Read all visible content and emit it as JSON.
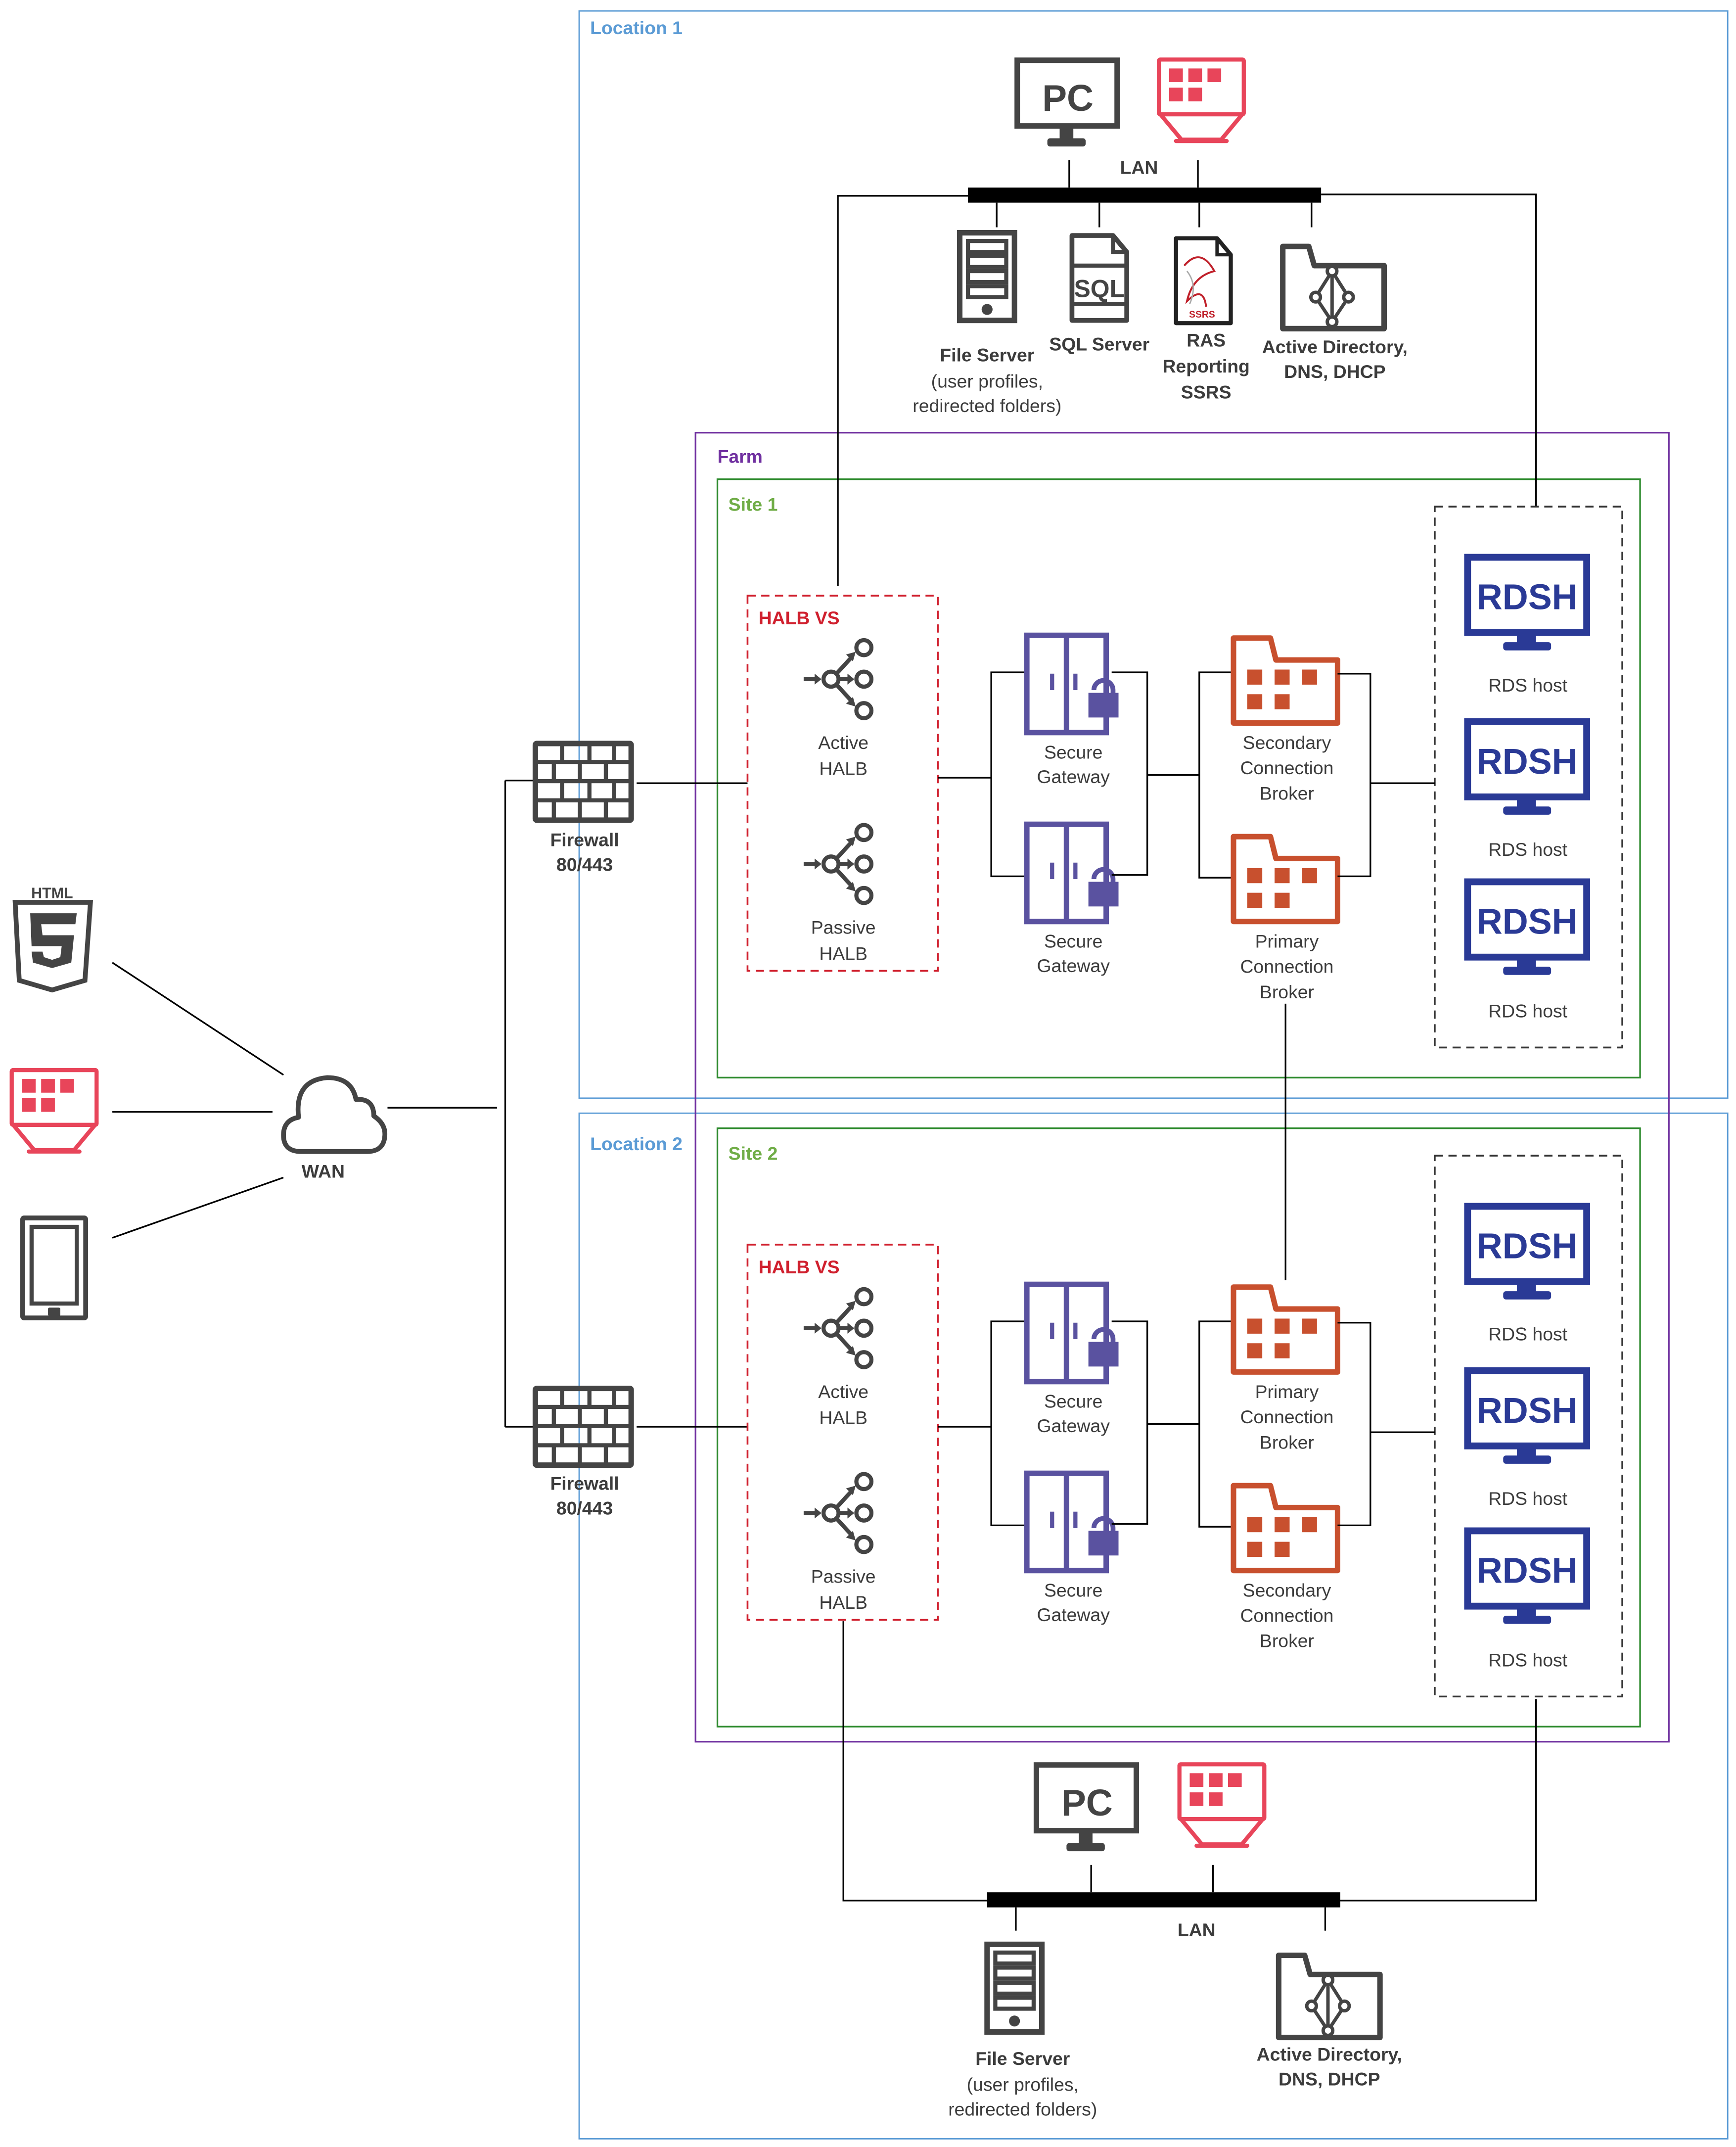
{
  "colors": {
    "location_border": "#5b9bd5",
    "farm_border": "#7030a0",
    "site_border": "#2e8b2e",
    "site_label": "#70ad47",
    "halb_border": "#d0202e",
    "icon_dark": "#444444",
    "icon_red": "#e8455a",
    "gateway_purple": "#5a52a0",
    "broker_orange": "#c8502e",
    "rdsh_blue": "#2a3a96"
  },
  "clients": [
    {
      "icon": "html5-icon",
      "label": "HTML"
    },
    {
      "icon": "thin-client-icon"
    },
    {
      "icon": "tablet-icon"
    }
  ],
  "wan": {
    "label": "WAN"
  },
  "firewalls": [
    {
      "label_1": "Firewall",
      "label_2": "80/443"
    },
    {
      "label_1": "Firewall",
      "label_2": "80/443"
    }
  ],
  "location1": {
    "title": "Location 1",
    "pc_label": "PC",
    "lan_label": "LAN",
    "servers": [
      {
        "lines": [
          "File Server",
          "(user profiles,",
          "redirected folders)"
        ]
      },
      {
        "lines": [
          "SQL Server"
        ],
        "icon_text": "SQL"
      },
      {
        "lines": [
          "RAS",
          "Reporting",
          "SSRS"
        ],
        "icon_text": "SSRS"
      },
      {
        "lines": [
          "Active Directory,",
          "DNS, DHCP"
        ]
      }
    ]
  },
  "location2": {
    "title": "Location 2",
    "pc_label": "PC",
    "lan_label": "LAN",
    "servers": [
      {
        "lines": [
          "File Server",
          "(user profiles,",
          "redirected folders)"
        ]
      },
      {
        "lines": [
          "Active Directory,",
          "DNS, DHCP"
        ]
      }
    ]
  },
  "farm": {
    "title": "Farm"
  },
  "sites": [
    {
      "title": "Site 1",
      "halb_title": "HALB VS",
      "halbs": [
        [
          "Active",
          "HALB"
        ],
        [
          "Passive",
          "HALB"
        ]
      ],
      "gateways": [
        [
          "Secure",
          "Gateway"
        ],
        [
          "Secure",
          "Gateway"
        ]
      ],
      "brokers": [
        [
          "Secondary",
          "Connection",
          "Broker"
        ],
        [
          "Primary",
          "Connection",
          "Broker"
        ]
      ],
      "rdsh_text": "RDSH",
      "hosts": [
        "RDS host",
        "RDS host",
        "RDS host"
      ]
    },
    {
      "title": "Site 2",
      "halb_title": "HALB VS",
      "halbs": [
        [
          "Active",
          "HALB"
        ],
        [
          "Passive",
          "HALB"
        ]
      ],
      "gateways": [
        [
          "Secure",
          "Gateway"
        ],
        [
          "Secure",
          "Gateway"
        ]
      ],
      "brokers": [
        [
          "Primary",
          "Connection",
          "Broker"
        ],
        [
          "Secondary",
          "Connection",
          "Broker"
        ]
      ],
      "rdsh_text": "RDSH",
      "hosts": [
        "RDS host",
        "RDS host",
        "RDS host"
      ]
    }
  ]
}
